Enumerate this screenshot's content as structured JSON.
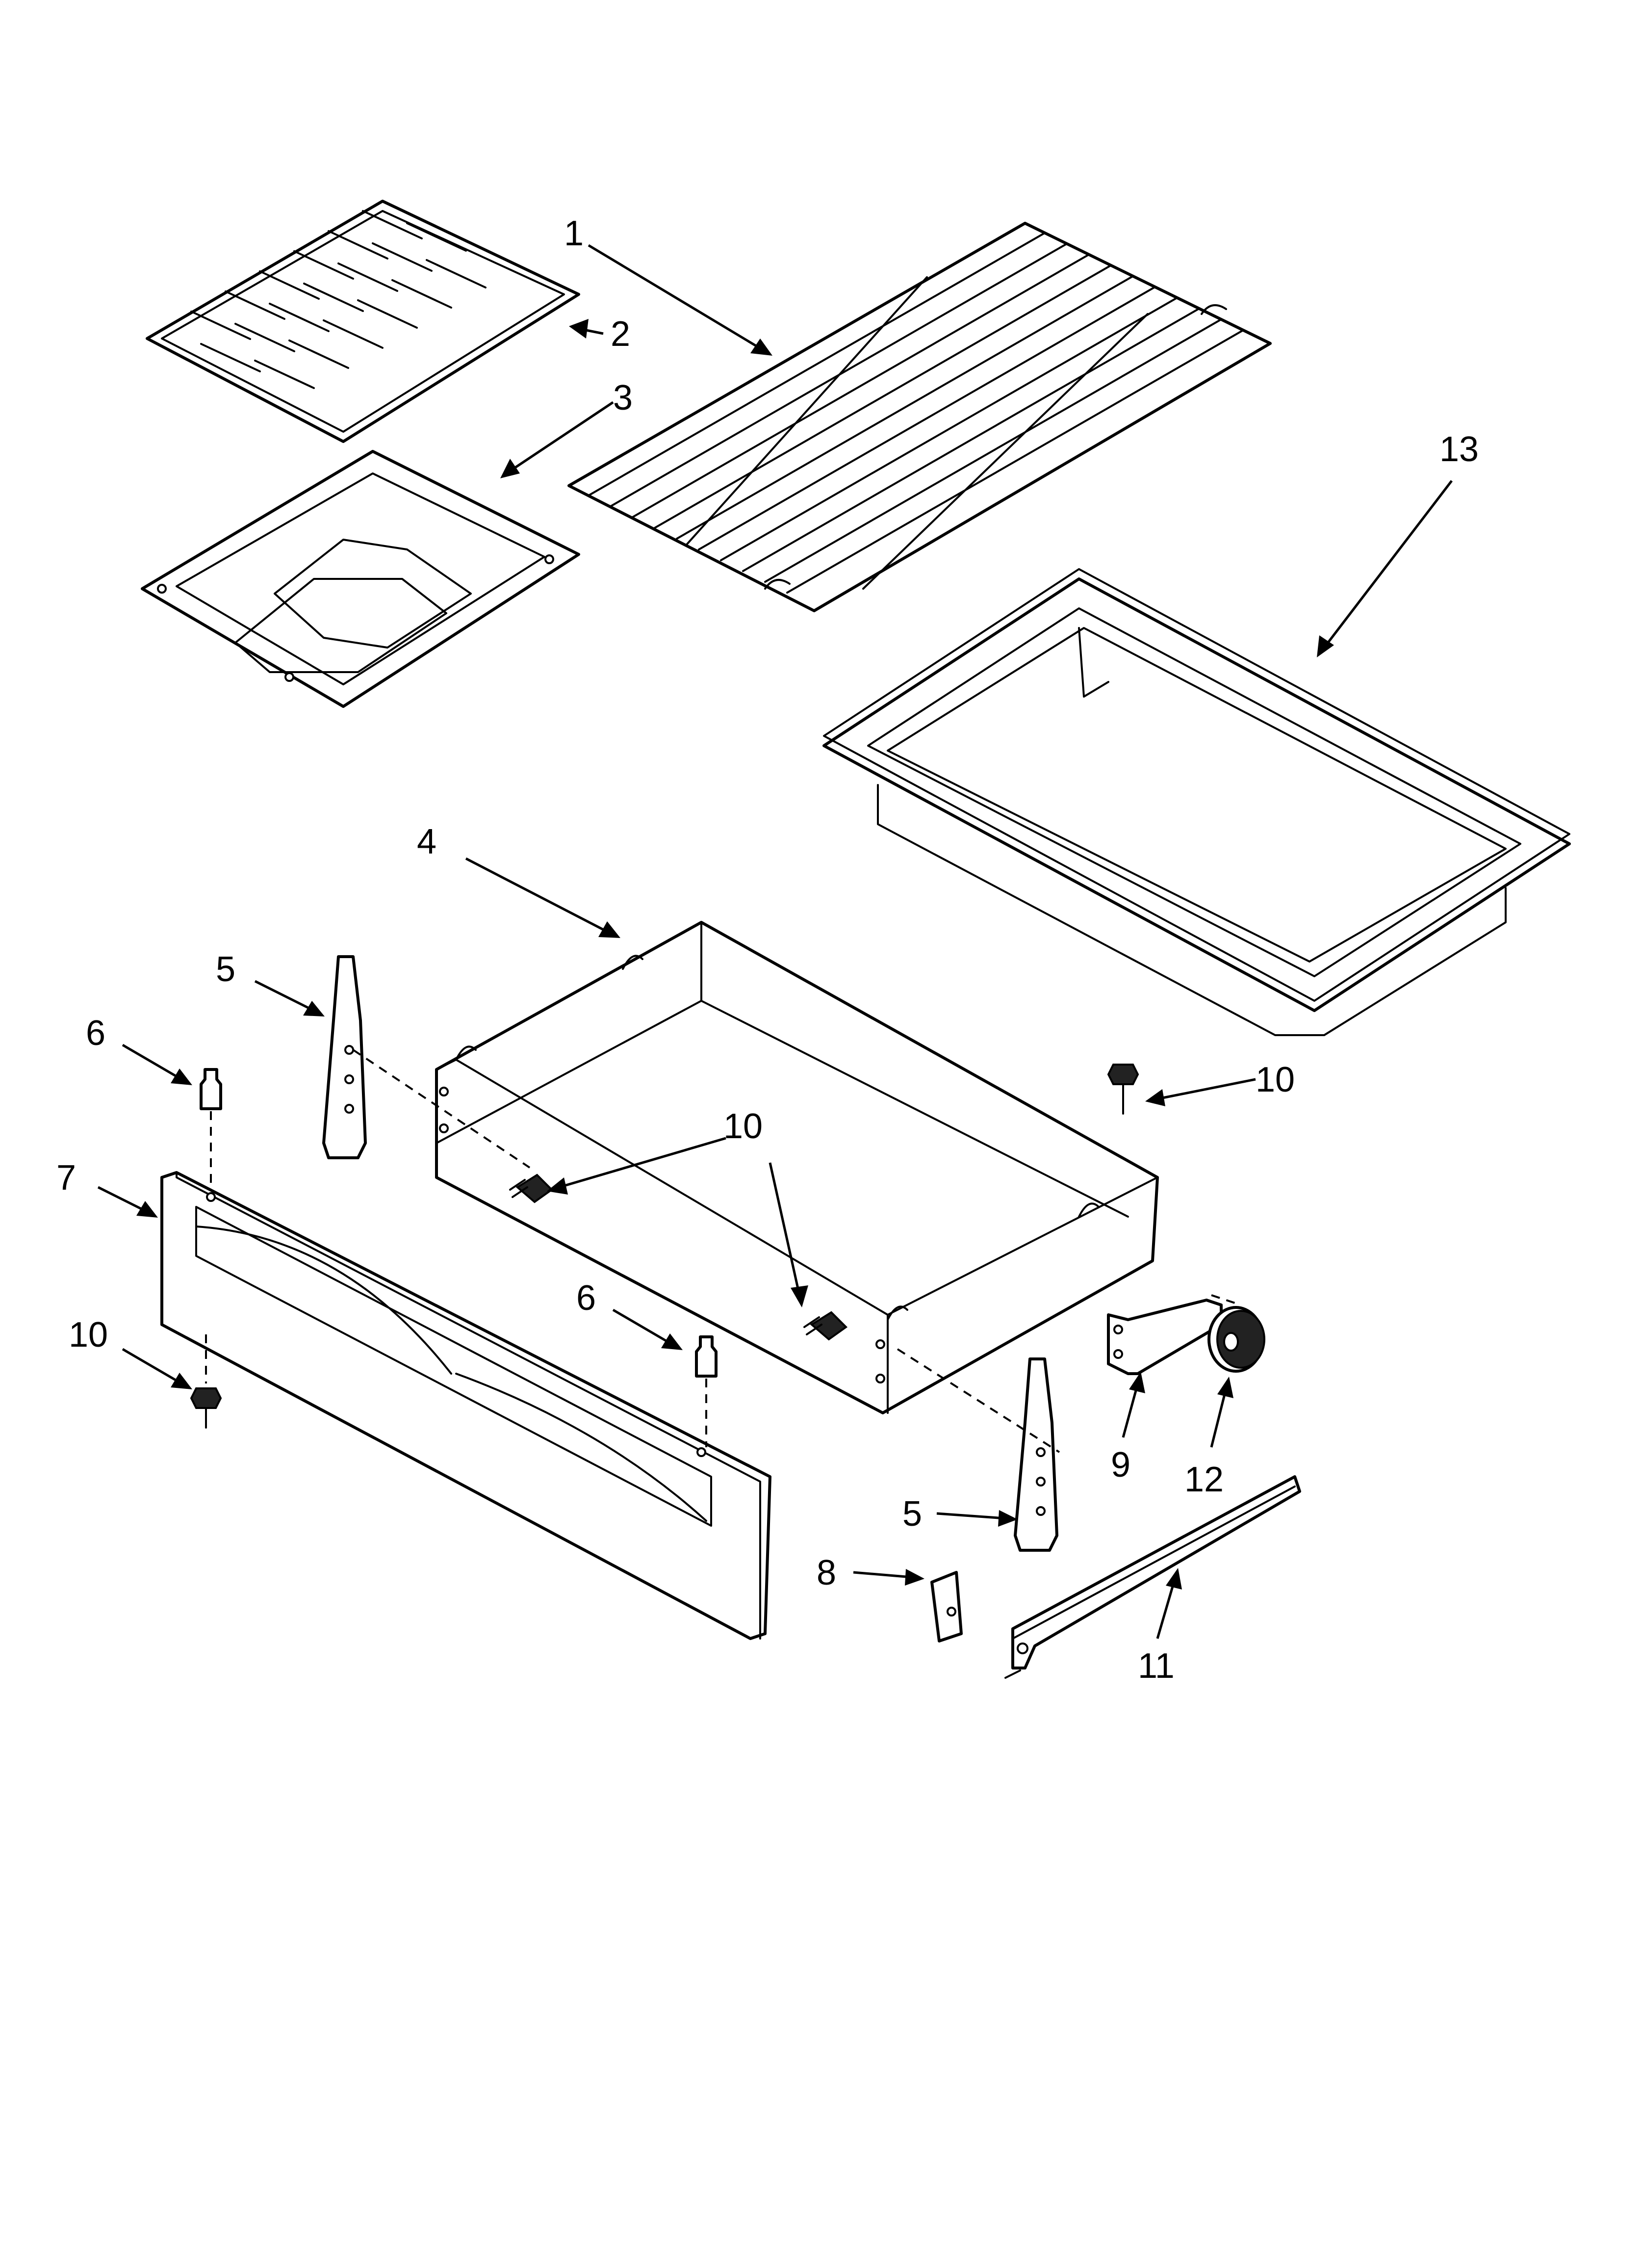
{
  "callouts": {
    "c1": "1",
    "c2": "2",
    "c3": "3",
    "c4": "4",
    "c5a": "5",
    "c5b": "5",
    "c6a": "6",
    "c6b": "6",
    "c7": "7",
    "c8": "8",
    "c9": "9",
    "c10a": "10",
    "c10b": "10",
    "c10c": "10",
    "c11": "11",
    "c12": "12",
    "c13": "13"
  }
}
